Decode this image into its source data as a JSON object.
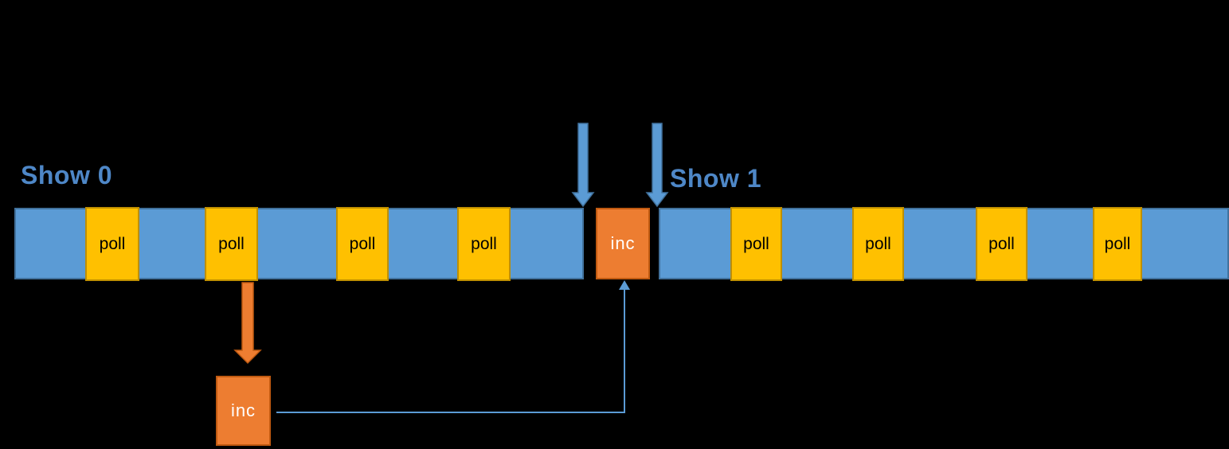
{
  "labels": {
    "show0": "Show 0",
    "show1": "Show 1"
  },
  "segment1": {
    "polls": [
      "poll",
      "poll",
      "poll",
      "poll"
    ]
  },
  "segment2": {
    "polls": [
      "poll",
      "poll",
      "poll",
      "poll"
    ]
  },
  "inc_top": {
    "label": "inc"
  },
  "inc_bottom": {
    "label": "inc"
  },
  "colors": {
    "background": "#000000",
    "track_blue": "#5B9BD5",
    "track_blue_border": "#41719C",
    "poll_yellow": "#FFC000",
    "poll_yellow_border": "#BF8F00",
    "inc_orange": "#ED7D31",
    "inc_orange_border": "#C05A11",
    "label_blue": "#4E87C7",
    "connector_blue": "#5B9BD5",
    "poll_text": "#000000",
    "inc_text": "#FFFFFF"
  }
}
